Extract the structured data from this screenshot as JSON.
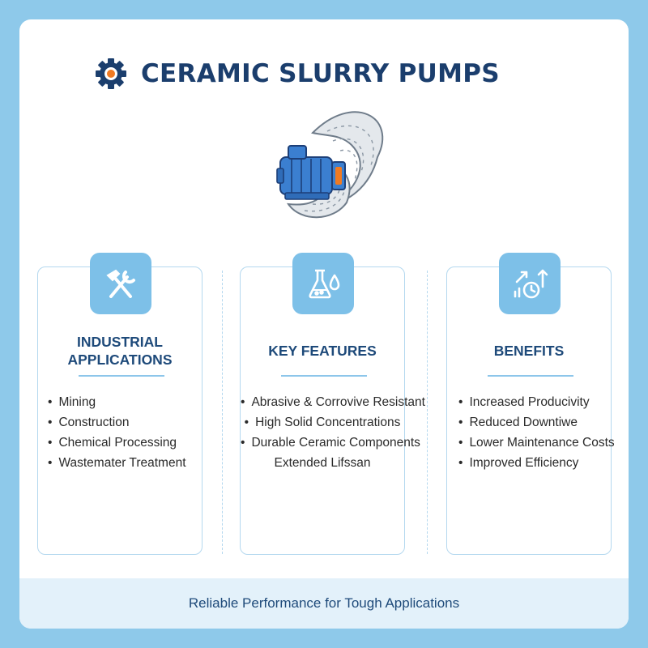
{
  "header": {
    "title": "CERAMIC SLURRY PUMPS",
    "icon": "gear-icon"
  },
  "hero": {
    "icon": "slurry-pump-illustration"
  },
  "columns": [
    {
      "heading": "INDUSTRIAL APPLICATIONS",
      "icon": "hammer-wrench-icon",
      "items": [
        "Mining",
        "Construction",
        "Chemical Processing",
        "Wastemater Treatment"
      ]
    },
    {
      "heading": "KEY FEATURES",
      "icon": "flask-droplet-icon",
      "items": [
        "Abrasive & Corrovive Resistant",
        "High Solid Concentrations",
        "Durable Ceramic Components",
        "Extended Lifssan"
      ]
    },
    {
      "heading": "BENEFITS",
      "icon": "growth-clock-icon",
      "items": [
        "Increased Producivity",
        "Reduced Downtiwe",
        "Lower Maintenance Costs",
        "Improved Efficiency"
      ]
    }
  ],
  "footer": {
    "tagline": "Reliable Performance for Tough Applications"
  },
  "colors": {
    "background": "#8ec9ea",
    "heading": "#1b3e6d",
    "accent": "#7dc0e8",
    "gear_center": "#f07a22"
  }
}
